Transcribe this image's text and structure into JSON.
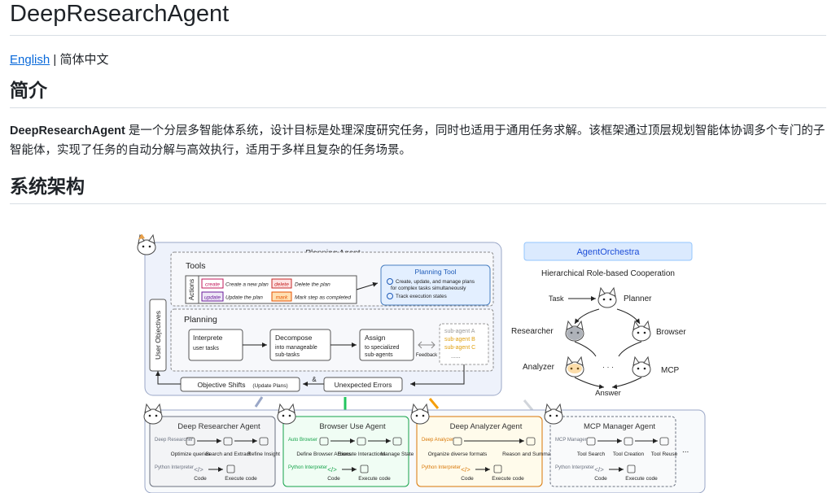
{
  "title": "DeepResearchAgent",
  "lang": {
    "english": "English",
    "sep": " | ",
    "chinese": "简体中文"
  },
  "intro_heading": "简介",
  "intro": {
    "name": "DeepResearchAgent",
    "text": " 是一个分层多智能体系统，设计目标是处理深度研究任务，同时也适用于通用任务求解。该框架通过顶层规划智能体协调多个专门的子智能体，实现了任务的自动分解与高效执行，适用于多样且复杂的任务场景。"
  },
  "arch_heading": "系统架构",
  "diagram": {
    "planning_agent": "Planning Agent",
    "tools": "Tools",
    "actions": "Actions",
    "tool_actions": [
      {
        "tag": "create",
        "desc": "Create a new plan"
      },
      {
        "tag": "delete",
        "desc": "Delete the plan"
      },
      {
        "tag": "update",
        "desc": "Update the plan"
      },
      {
        "tag": "mark",
        "desc": "Mark step as completed"
      }
    ],
    "planning_tool": {
      "title": "Planning Tool",
      "line1": "Create, update, and manage plans",
      "line2": "for complex tasks simultaneously",
      "line3": "Track execution states"
    },
    "planning": "Planning",
    "user_objectives": "User Objectives",
    "steps": [
      {
        "title": "Interprete",
        "sub": "user tasks"
      },
      {
        "title": "Decompose",
        "sub1": "into manageable",
        "sub2": "sub-tasks"
      },
      {
        "title": "Assign",
        "sub1": "to specialized",
        "sub2": "sub-agents"
      }
    ],
    "feedback": "Feedback",
    "subagents": [
      "sub-agent A",
      "sub-agent B",
      "sub-agent C",
      "......"
    ],
    "objective_shifts": "Objective Shifts",
    "update_plans": "(Update Plans)",
    "amp": "&",
    "unexpected_errors": "Unexpected Errors",
    "agent_orchestra": "AgentOrchestra",
    "hierarchical": "Hierarchical Role-based Cooperation",
    "orch_nodes": {
      "task": "Task",
      "planner": "Planner",
      "researcher": "Researcher",
      "browser": "Browser",
      "analyzer": "Analyzer",
      "mcp": "MCP",
      "answer": "Answer",
      "dots": "· · ·"
    },
    "agents": [
      {
        "name": "Deep Researcher Agent",
        "color": "#6b7280",
        "fill": "#f3f4f6",
        "side1": "Deep Researcher",
        "side2": "Python Interpreter",
        "row1": [
          "Optimize queries",
          "Search and Extract",
          "Refine Insight"
        ],
        "row2": [
          "Code",
          "Execute code"
        ]
      },
      {
        "name": "Browser Use Agent",
        "color": "#16a34a",
        "fill": "#f0fdf4",
        "side1": "Auto Browser",
        "side2": "Python Interpreter",
        "row1": [
          "Define Browser Actions",
          "Execute Interactions",
          "Manage State"
        ],
        "row2": [
          "Code",
          "Execute code"
        ]
      },
      {
        "name": "Deep Analyzer Agent",
        "color": "#d97706",
        "fill": "#fffbeb",
        "side1": "Deep Analyzer",
        "side2": "Python Interpreter",
        "row1": [
          "Organize diverse formats",
          "Reason and Summarize"
        ],
        "row2": [
          "Code",
          "Execute code"
        ]
      },
      {
        "name": "MCP Manager Agent",
        "color": "#6b7280",
        "fill": "#f9fafb",
        "side1": "MCP Manager",
        "side2": "Python Interpreter",
        "row1": [
          "Tool Search",
          "Tool Creation",
          "Tool Reuse"
        ],
        "row2": [
          "Code",
          "Execute code"
        ]
      }
    ],
    "more": "..."
  }
}
